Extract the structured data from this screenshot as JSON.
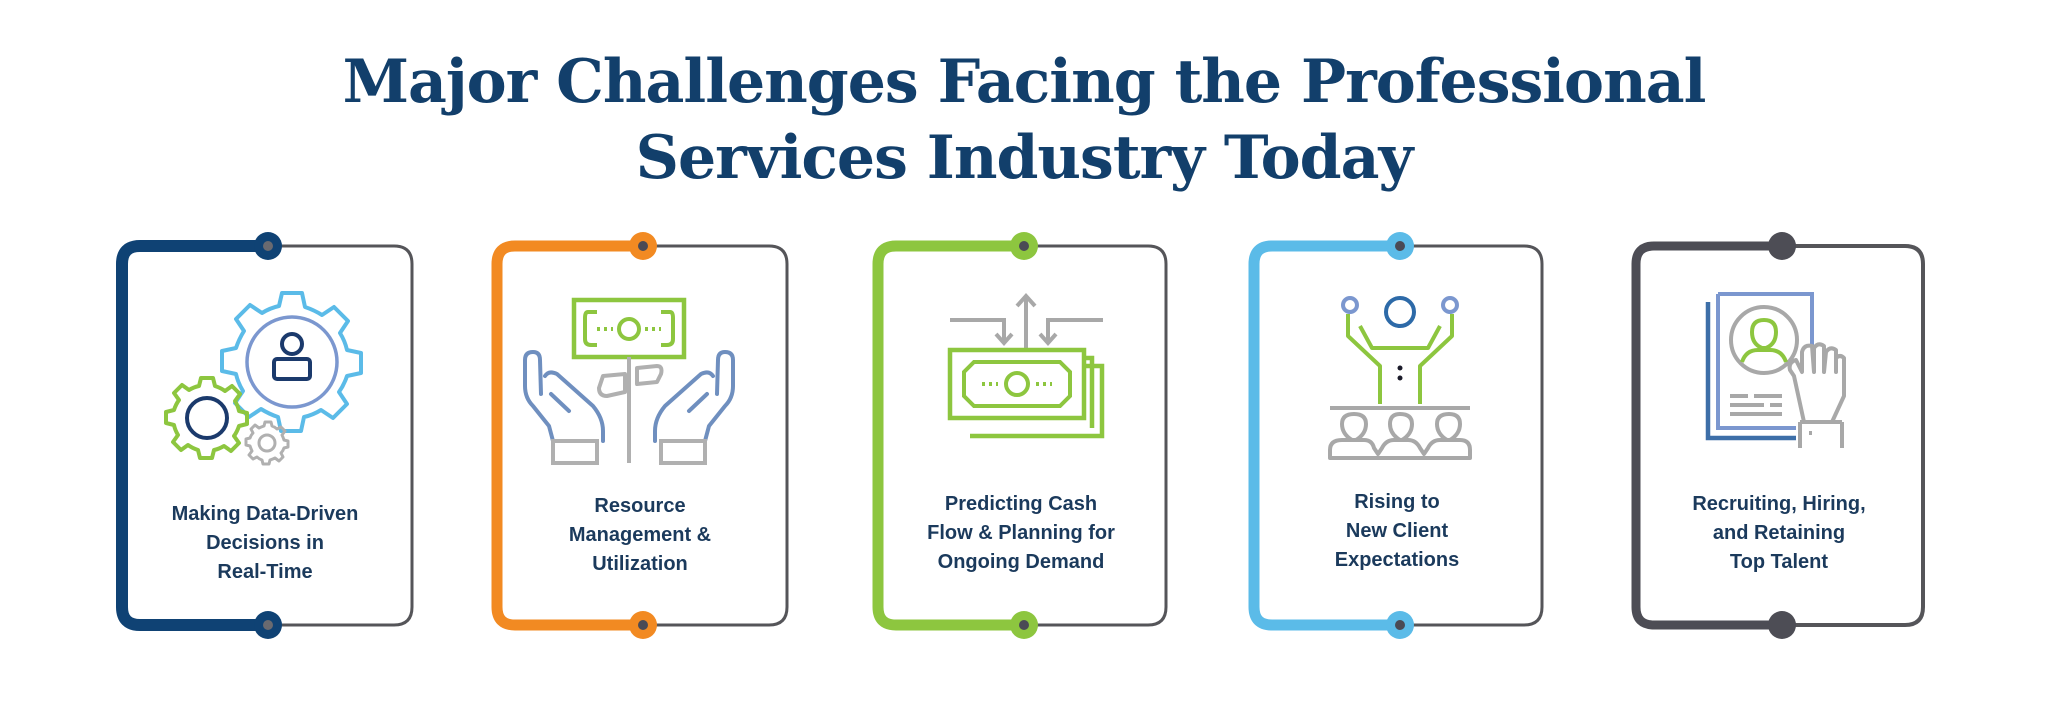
{
  "title": {
    "line1": "Major Challenges Facing the Professional",
    "line2": "Services Industry Today",
    "color": "#123f6b"
  },
  "frame": {
    "thin_line_color": "#555559",
    "dot_center_color": "#4a4a55"
  },
  "cards": [
    {
      "accent": "#0f4274",
      "icon": "gears-person-icon",
      "label_lines": [
        "Making Data-Driven",
        "Decisions in",
        "Real-Time"
      ]
    },
    {
      "accent": "#f28a22",
      "icon": "hands-money-icon",
      "label_lines": [
        "Resource",
        "Management &",
        "Utilization"
      ]
    },
    {
      "accent": "#8dc63f",
      "icon": "cash-flow-icon",
      "label_lines": [
        "Predicting Cash",
        "Flow & Planning for",
        "Ongoing Demand"
      ]
    },
    {
      "accent": "#5bbbe8",
      "icon": "presenter-audience-icon",
      "label_lines": [
        "Rising to",
        "New Client",
        "Expectations"
      ]
    },
    {
      "accent": "#4d4d55",
      "icon": "resume-search-icon",
      "label_lines": [
        "Recruiting, Hiring,",
        "and Retaining",
        "Top Talent"
      ]
    }
  ]
}
